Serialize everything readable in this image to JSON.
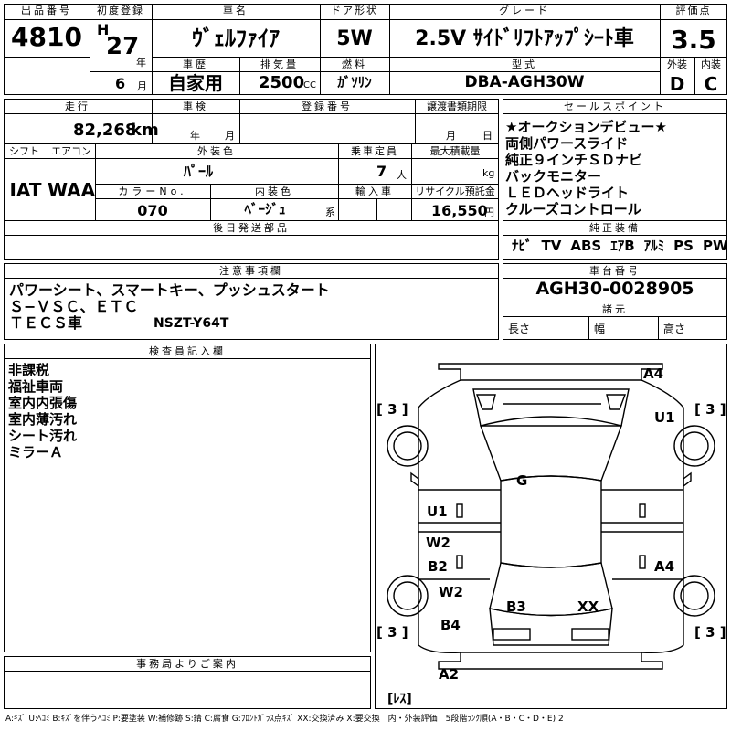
{
  "header": {
    "lot_label": "出品番号",
    "lot": "4810",
    "first_reg_label": "初度登録",
    "era": "H",
    "reg_year": "27",
    "year_unit": "年",
    "reg_month": "6",
    "month_unit": "月",
    "car_name_label": "車名",
    "car_name": "ｳﾞｪﾙﾌｧｲｱ",
    "history_label": "車歴",
    "history": "自家用",
    "displacement_label": "排気量",
    "displacement": "2500",
    "cc_unit": "CC",
    "door_label": "ドア形状",
    "door": "5W",
    "fuel_label": "燃料",
    "fuel": "ｶﾞｿﾘﾝ",
    "grade_label": "グレード",
    "grade": "2.5V ｻｲﾄﾞﾘﾌﾄｱｯﾌﾟｼｰﾄ車",
    "model_label": "型式",
    "model": "DBA-AGH30W",
    "score_label": "評価点",
    "score": "3.5",
    "ext_label": "外装",
    "ext": "D",
    "int_label": "内装",
    "int": "C"
  },
  "specs": {
    "mileage_label": "走行",
    "mileage": "82,268",
    "km_unit": "km",
    "inspection_label": "車検",
    "insp_year_unit": "年",
    "insp_month_unit": "月",
    "reg_no_label": "登録番号",
    "transfer_label": "譲渡書類期限",
    "transfer_month_unit": "月",
    "transfer_day_unit": "日",
    "shift_label": "シフト",
    "shift": "IAT",
    "ac_label": "エアコン",
    "ac": "WAA",
    "color_label": "外装色",
    "color": "ﾊﾟｰﾙ",
    "capacity_label": "乗車定員",
    "capacity": "7",
    "person_unit": "人",
    "load_label": "最大積載量",
    "kg_unit": "kg",
    "color_no_label": "カラーNo.",
    "color_no": "070",
    "int_color_label": "内装色",
    "int_color": "ﾍﾞｰｼﾞｭ",
    "kei_unit": "系",
    "import_label": "輸入車",
    "recycle_label": "リサイクル預託金",
    "recycle": "16,550",
    "yen_unit": "円",
    "later_parts_label": "後日発送部品"
  },
  "selling_points": {
    "label": "セールスポイント",
    "items": [
      "★オークションデビュー★",
      "両側パワースライド",
      "純正９インチＳＤナビ",
      "バックモニター",
      "ＬＥＤヘッドライト",
      "クルーズコントロール"
    ]
  },
  "equipment": {
    "label": "純正装備",
    "items": [
      "ﾅﾋﾞ",
      "TV",
      "ABS",
      "ｴｱB",
      "ｱﾙﾐ",
      "PS",
      "PW"
    ]
  },
  "notes": {
    "label": "注意事項欄",
    "lines": [
      "パワーシート、スマートキー、プッシュスタート",
      "Ｓ−ＶＳＣ、ＥＴＣ",
      "ＴＥＣＳ車"
    ],
    "code": "NSZT-Y64T"
  },
  "chassis": {
    "label": "車台番号",
    "value": "AGH30-0028905",
    "dims_label": "諸元",
    "length_label": "長さ",
    "width_label": "幅",
    "height_label": "高さ"
  },
  "inspector": {
    "label": "検査員記入欄",
    "lines": [
      "非課税",
      "福祉車両",
      "室内内張傷",
      "室内薄汚れ",
      "シート汚れ",
      "ミラーＡ"
    ]
  },
  "office": {
    "label": "事務局よりご案内"
  },
  "diagram": {
    "marks": [
      "A4",
      "U1",
      "G",
      "U1",
      "W2",
      "B2",
      "W2",
      "B3",
      "XX",
      "B4",
      "A4",
      "A2"
    ],
    "tire": "[ 3 ]",
    "resu": "[ﾚｽ]"
  },
  "legend": "A:ｷｽﾞ U:ﾍｺﾐ B:ｷｽﾞを伴うﾍｺﾐ P:要塗装 W:補修跡 S:錆 C:腐食 G:ﾌﾛﾝﾄｶﾞﾗｽ点ｷｽﾞ XX:交換済み X:要交換　内・外装評価　5段階ﾗﾝｸ順(A・B・C・D・E) 2"
}
